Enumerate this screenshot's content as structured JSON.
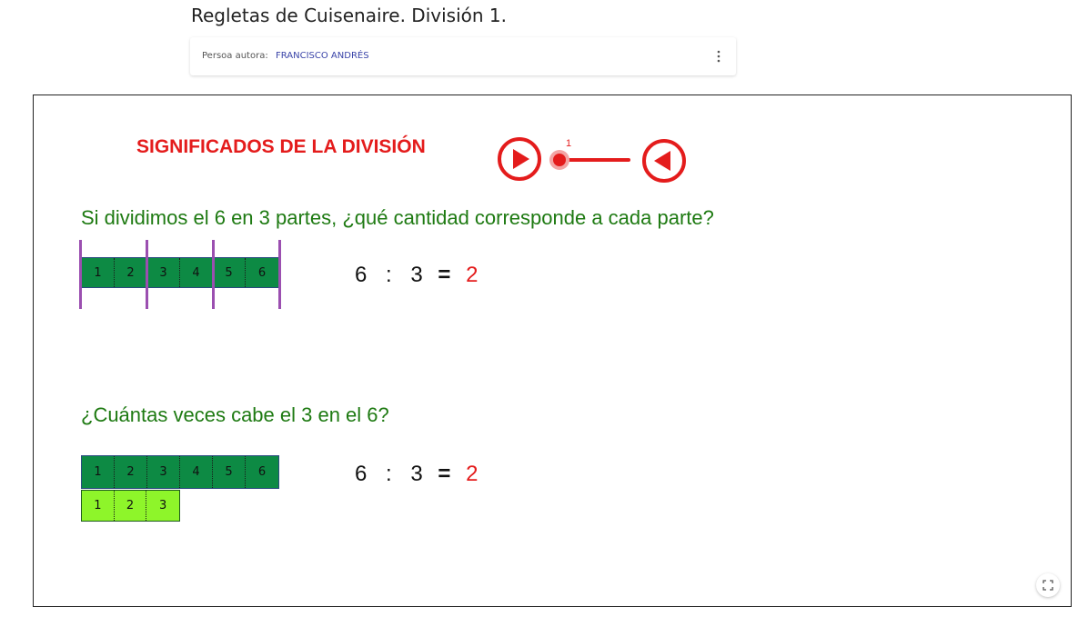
{
  "page": {
    "title": "Regletas de Cuisenaire. División 1."
  },
  "author": {
    "label": "Persoa autora:",
    "name": "FRANCISCO ANDRÉS",
    "menu_icon": "kebab-menu-icon"
  },
  "applet": {
    "heading": "SIGNIFICADOS DE LA DIVISIÓN",
    "slider": {
      "value": 1,
      "value_label": "1",
      "play_icon": "play-icon",
      "back_icon": "reverse-play-icon"
    },
    "question1": "Si dividimos el 6 en 3 partes, ¿qué cantidad corresponde a cada parte?",
    "rod1": {
      "cells": [
        "1",
        "2",
        "3",
        "4",
        "5",
        "6"
      ],
      "color": "#0d8a44",
      "divider_color": "#9b4fb0"
    },
    "equation1": {
      "dividend": "6",
      "operator": ":",
      "divisor": "3",
      "equals": "=",
      "result": "2"
    },
    "question2": "¿Cuántas veces cabe el 3 en el 6?",
    "rod2a": {
      "cells": [
        "1",
        "2",
        "3",
        "4",
        "5",
        "6"
      ],
      "color": "#0d8a44"
    },
    "rod2b": {
      "cells": [
        "1",
        "2",
        "3"
      ],
      "color": "#8ef52a"
    },
    "equation2": {
      "dividend": "6",
      "operator": ":",
      "divisor": "3",
      "equals": "=",
      "result": "2"
    },
    "fullscreen_icon": "fullscreen-icon"
  },
  "colors": {
    "accent_red": "#e41c1c",
    "question_green": "#1e7a12",
    "author_link": "#3a44a8"
  }
}
